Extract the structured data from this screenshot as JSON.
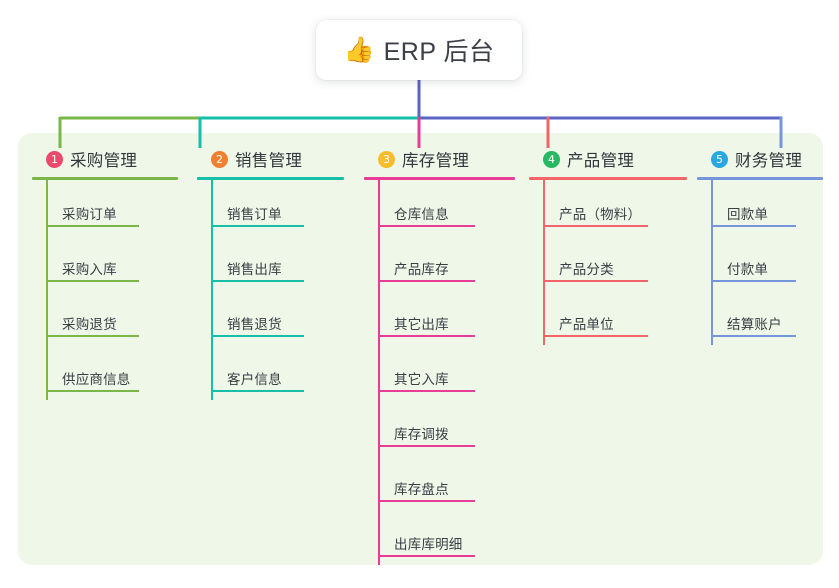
{
  "diagram": {
    "title": {
      "icon": "thumbs-up-emoji",
      "emoji": "👍",
      "text": "ERP 后台"
    },
    "panel_background": "#eef7e8",
    "trunk_color": "#5b63c4",
    "bus_left_color": "#7ab648",
    "bus_mid_color": "#15bfa8",
    "bus_right_color": "#5b63c4",
    "branches": [
      {
        "number": "1",
        "label": "采购管理",
        "badge_color": "#ec4a6d",
        "line_color": "#7ab648",
        "items": [
          {
            "label": "采购订单"
          },
          {
            "label": "采购入库"
          },
          {
            "label": "采购退货"
          },
          {
            "label": "供应商信息"
          }
        ]
      },
      {
        "number": "2",
        "label": "销售管理",
        "badge_color": "#f0802f",
        "line_color": "#15bfa8",
        "items": [
          {
            "label": "销售订单"
          },
          {
            "label": "销售出库"
          },
          {
            "label": "销售退货"
          },
          {
            "label": "客户信息"
          }
        ]
      },
      {
        "number": "3",
        "label": "库存管理",
        "badge_color": "#f7bd2e",
        "line_color": "#e83c97",
        "items": [
          {
            "label": "仓库信息"
          },
          {
            "label": "产品库存"
          },
          {
            "label": "其它出库"
          },
          {
            "label": "其它入库"
          },
          {
            "label": "库存调拨"
          },
          {
            "label": "库存盘点"
          },
          {
            "label": "出库库明细"
          }
        ]
      },
      {
        "number": "4",
        "label": "产品管理",
        "badge_color": "#27b861",
        "line_color": "#f4656a",
        "items": [
          {
            "label": "产品（物料）"
          },
          {
            "label": "产品分类"
          },
          {
            "label": "产品单位"
          }
        ]
      },
      {
        "number": "5",
        "label": "财务管理",
        "badge_color": "#2aa7e0",
        "line_color": "#7695dd",
        "items": [
          {
            "label": "回款单"
          },
          {
            "label": "付款单"
          },
          {
            "label": "结算账户"
          }
        ]
      }
    ]
  }
}
